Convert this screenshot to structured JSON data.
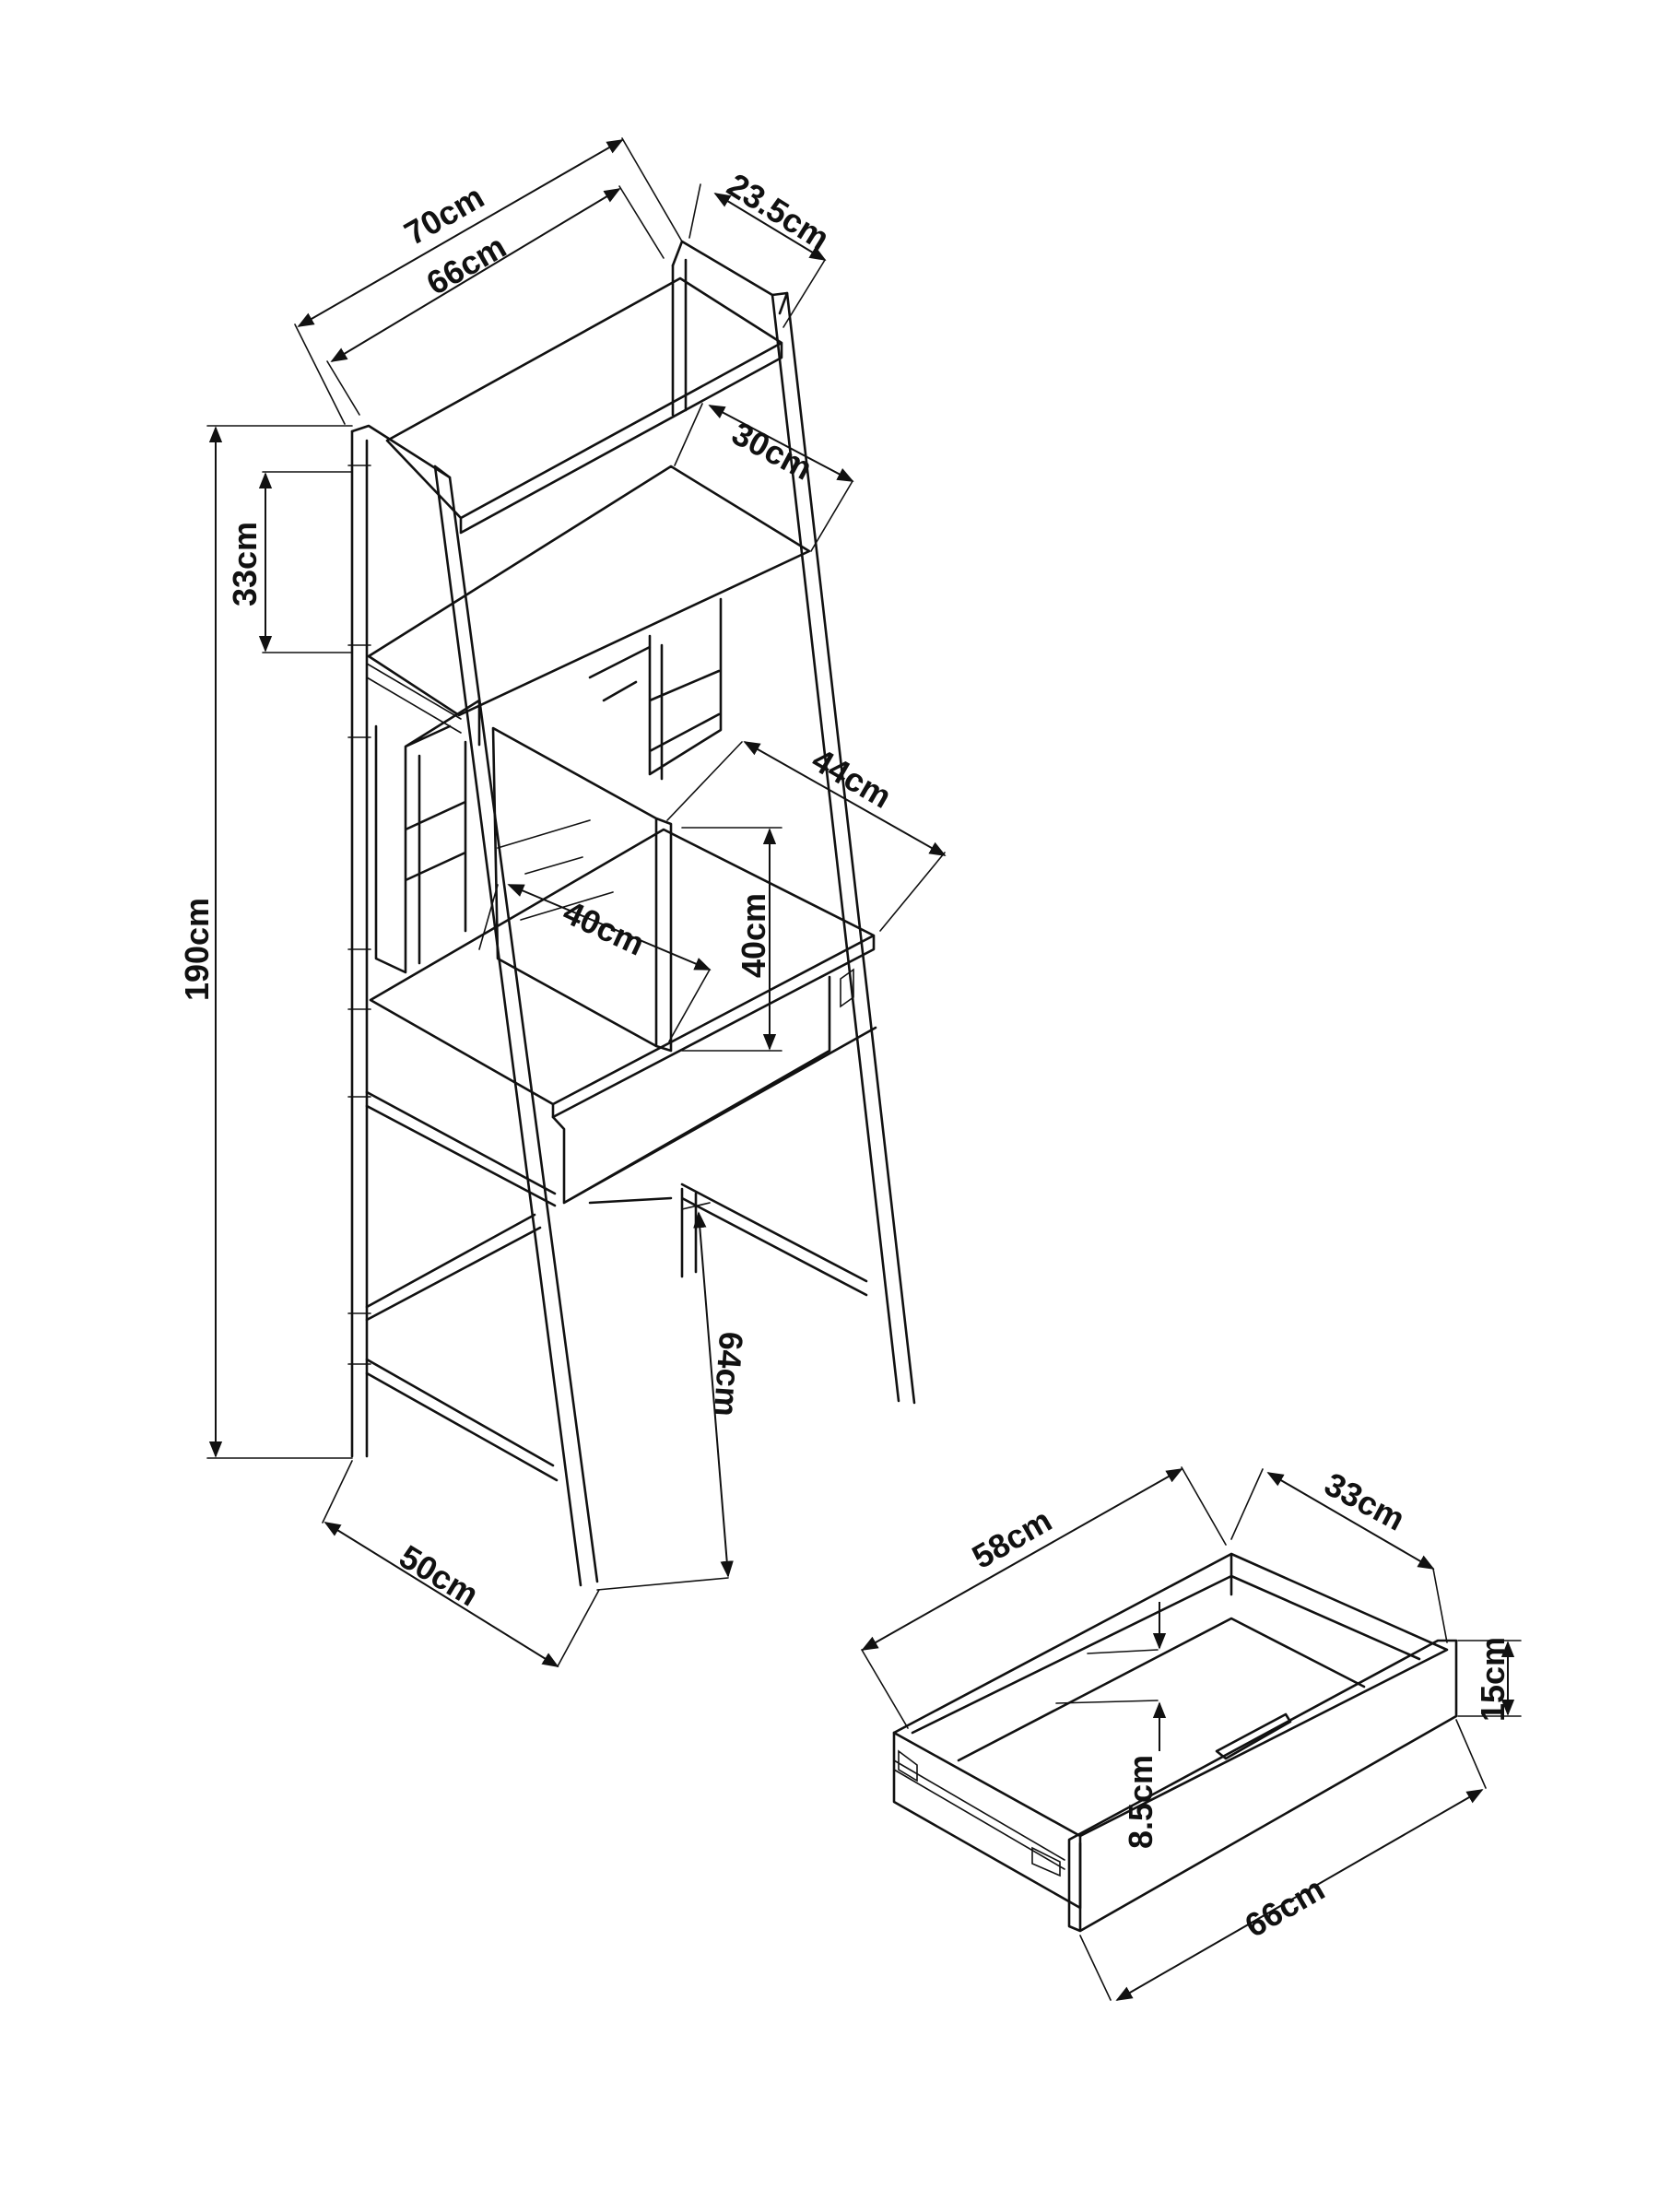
{
  "diagram": {
    "colors": {
      "line": "#111111",
      "background": "#ffffff"
    },
    "desk": {
      "width_outer": "70cm",
      "width_inner": "66cm",
      "top_depth": "23.5cm",
      "shelf_depth": "30cm",
      "shelf_gap": "33cm",
      "total_height": "190cm",
      "desk_depth": "44cm",
      "hutch_width": "40cm",
      "hutch_height": "40cm",
      "desk_height": "64cm",
      "base_depth": "50cm"
    },
    "drawer": {
      "inner_length": "58cm",
      "inner_depth": "33cm",
      "front_height": "15cm",
      "inner_height": "8.5cm",
      "outer_length": "66cm"
    }
  }
}
